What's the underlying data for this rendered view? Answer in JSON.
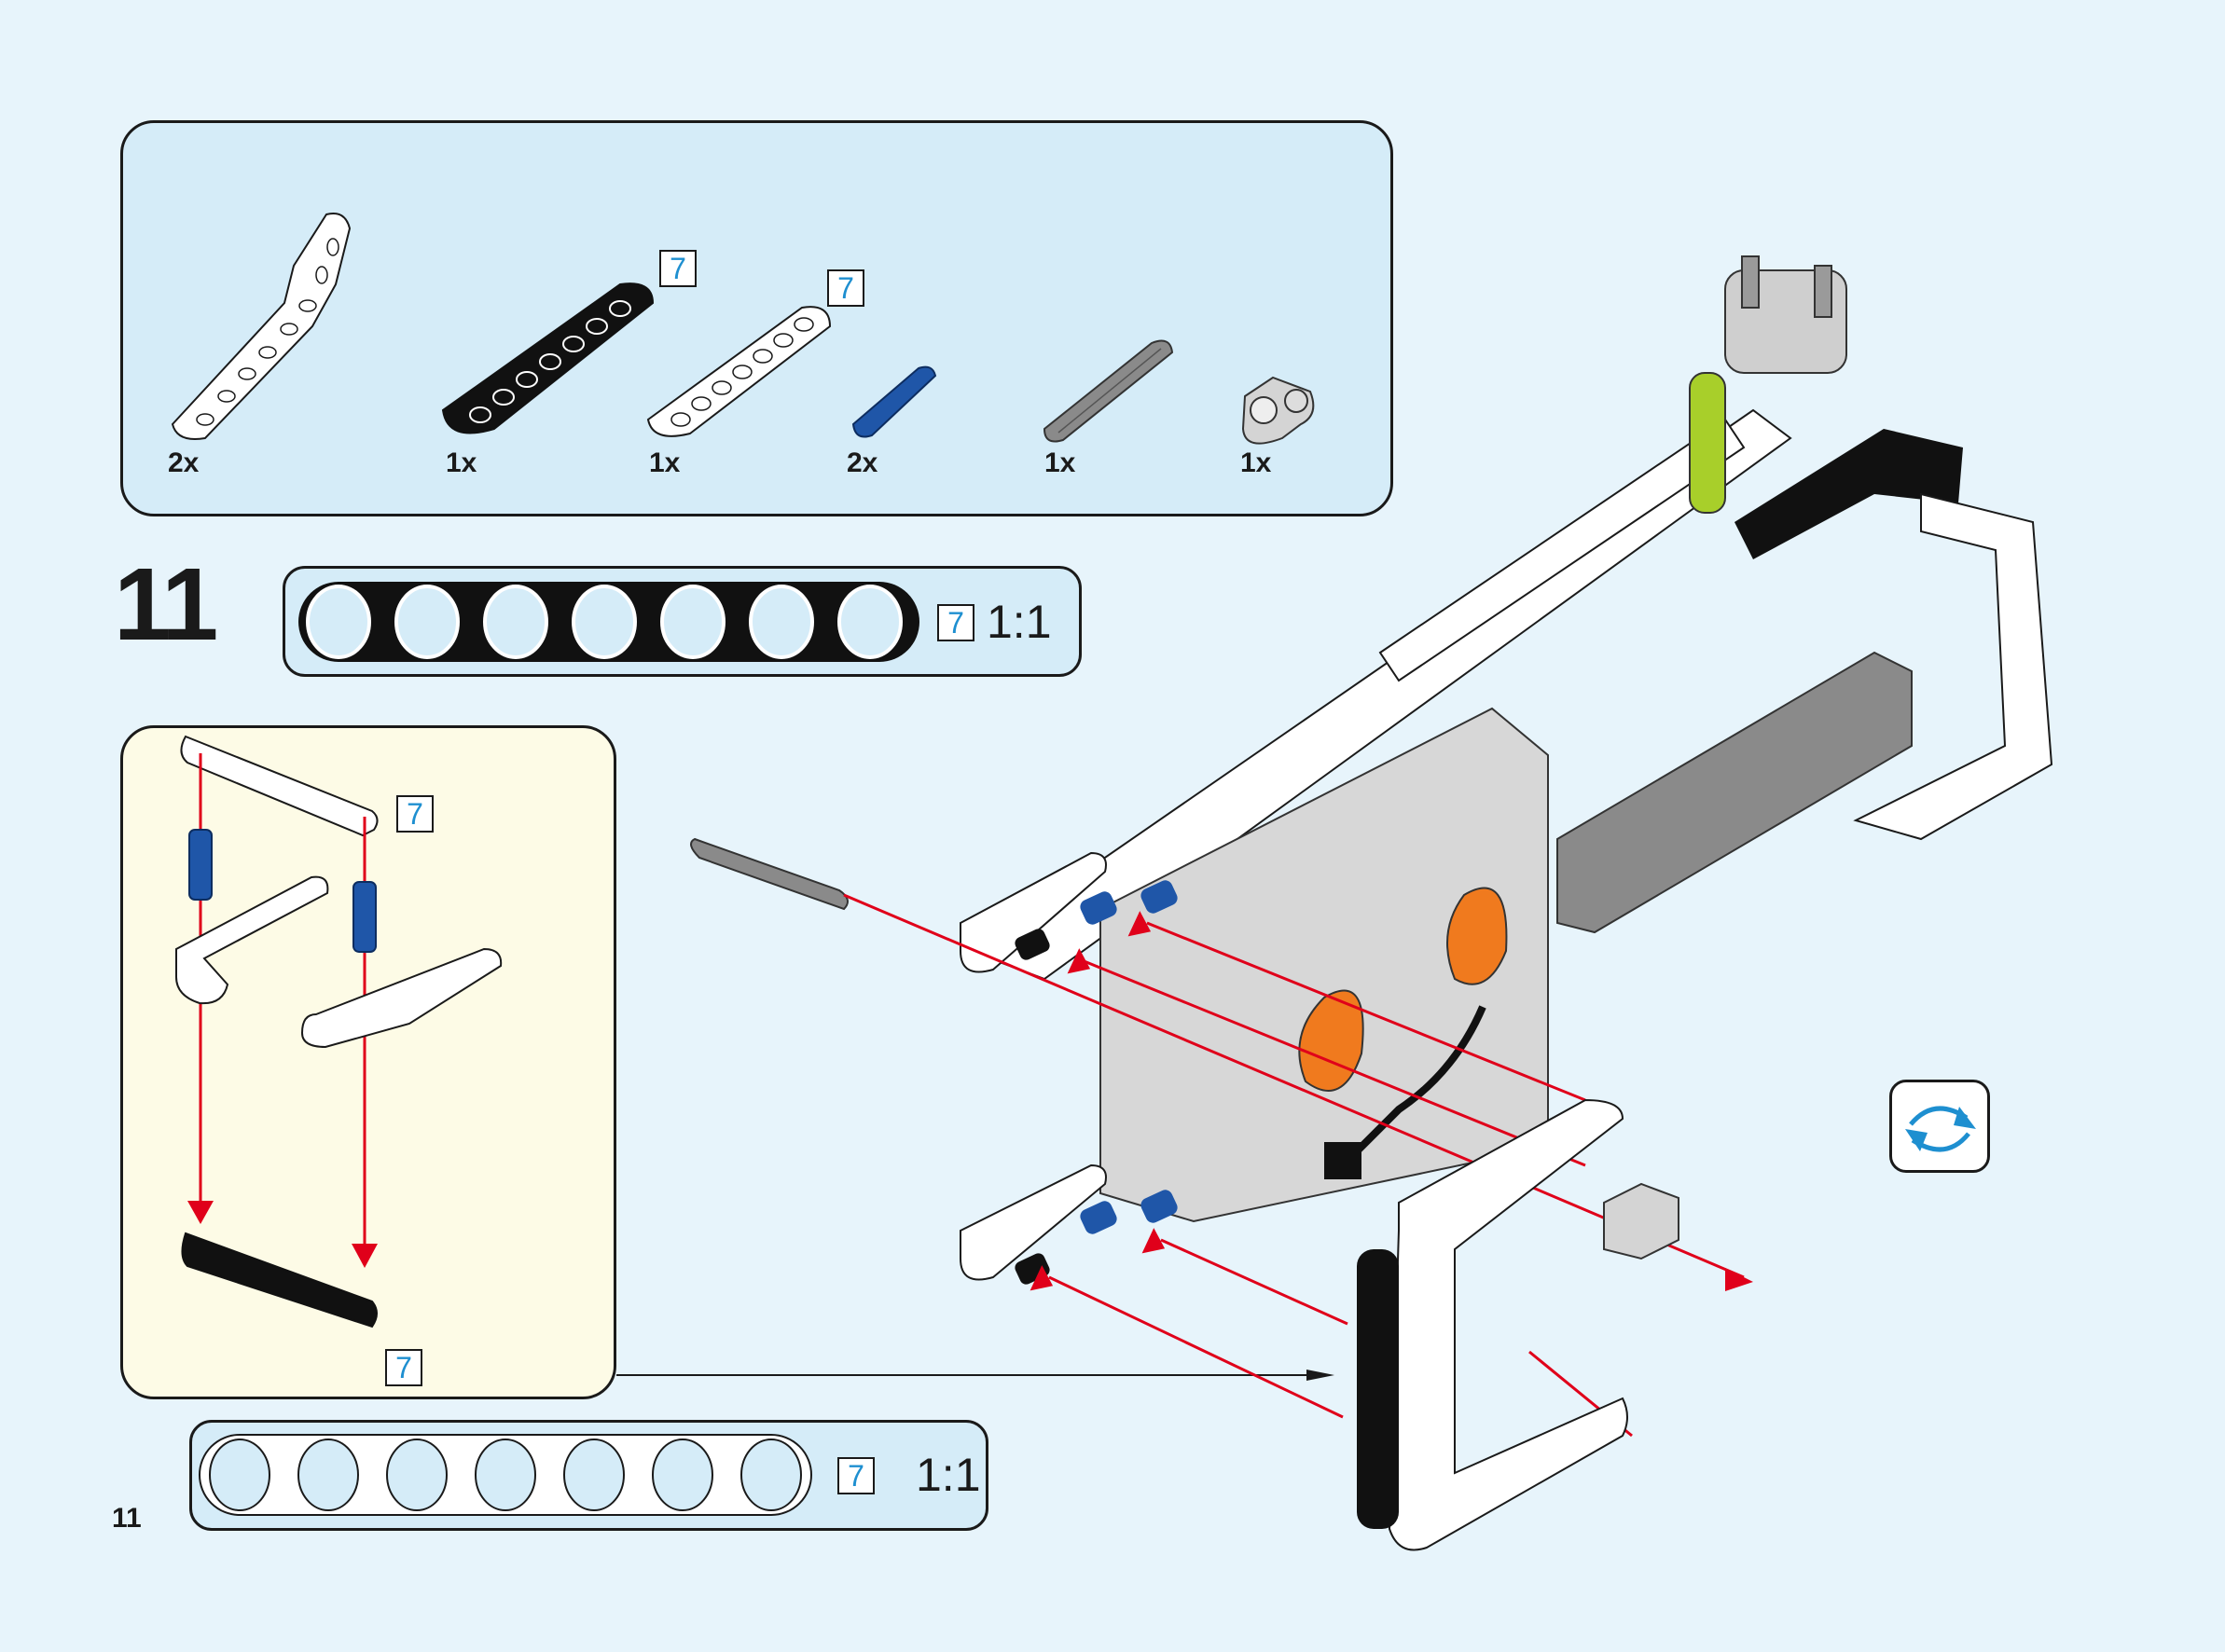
{
  "page": {
    "step_number": "11",
    "page_number": "11",
    "colors": {
      "background": "#e7f4fb",
      "panel_blue": "#d5ecf8",
      "panel_yellow": "#fdfbe6",
      "arrow_red": "#e0001a",
      "length_blue": "#1e8fd0",
      "pin_blue": "#1f56a8",
      "motor_orange": "#f07a1e"
    }
  },
  "parts_list": {
    "items": [
      {
        "name": "white-bent-beam",
        "quantity": "2x"
      },
      {
        "name": "black-beam-7",
        "quantity": "1x",
        "length": "7"
      },
      {
        "name": "white-beam-7",
        "quantity": "1x",
        "length": "7"
      },
      {
        "name": "blue-friction-pin",
        "quantity": "2x"
      },
      {
        "name": "gray-axle",
        "quantity": "1x"
      },
      {
        "name": "gray-pin-connector",
        "quantity": "1x"
      }
    ]
  },
  "scale_black_beam": {
    "length": "7",
    "ratio": "1:1"
  },
  "scale_white_beam": {
    "length": "7",
    "ratio": "1:1"
  },
  "sub_assembly": {
    "top_beam_length": "7",
    "bottom_beam_length": "7"
  },
  "rotate_icon": {
    "label": "rotate-model"
  }
}
